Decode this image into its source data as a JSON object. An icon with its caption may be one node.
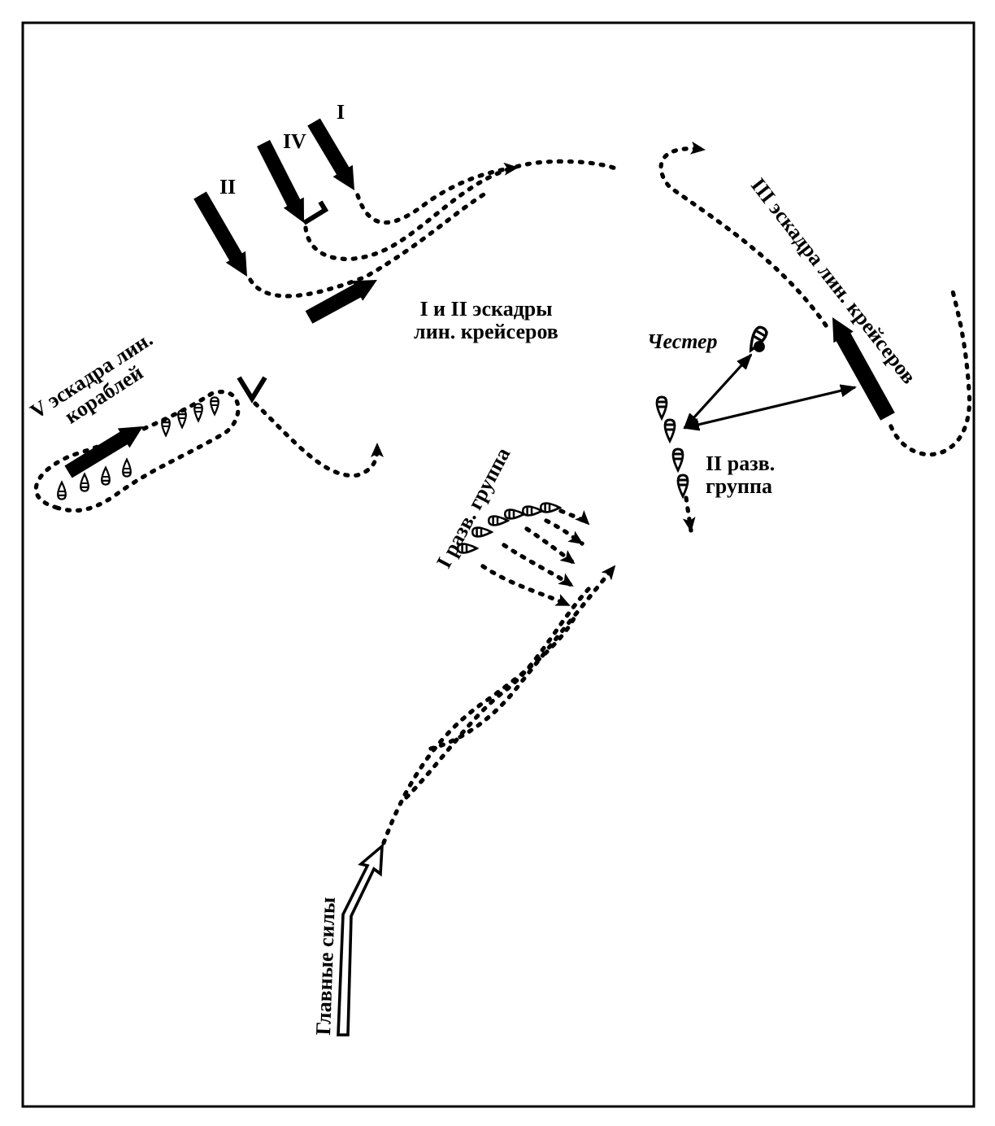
{
  "diagram": {
    "nodes": [
      {
        "text": [
          "Честер"
        ]
      },
      {
        "text": [
          "III эскадра лин. крейсеров"
        ]
      },
      {
        "text": [
          "II разв. группа"
        ]
      }
    ],
    "edges": [
      {
        "from": 0,
        "to": 2,
        "arrow": "both"
      },
      {
        "from": 2,
        "to": 1,
        "arrow": "both"
      }
    ],
    "labels": [
      "I",
      "IV",
      "II",
      "I и II эскадры лин. крейсеров",
      "V эскадра лин. кораблей",
      "I разв. группа",
      "Главные силы"
    ]
  }
}
